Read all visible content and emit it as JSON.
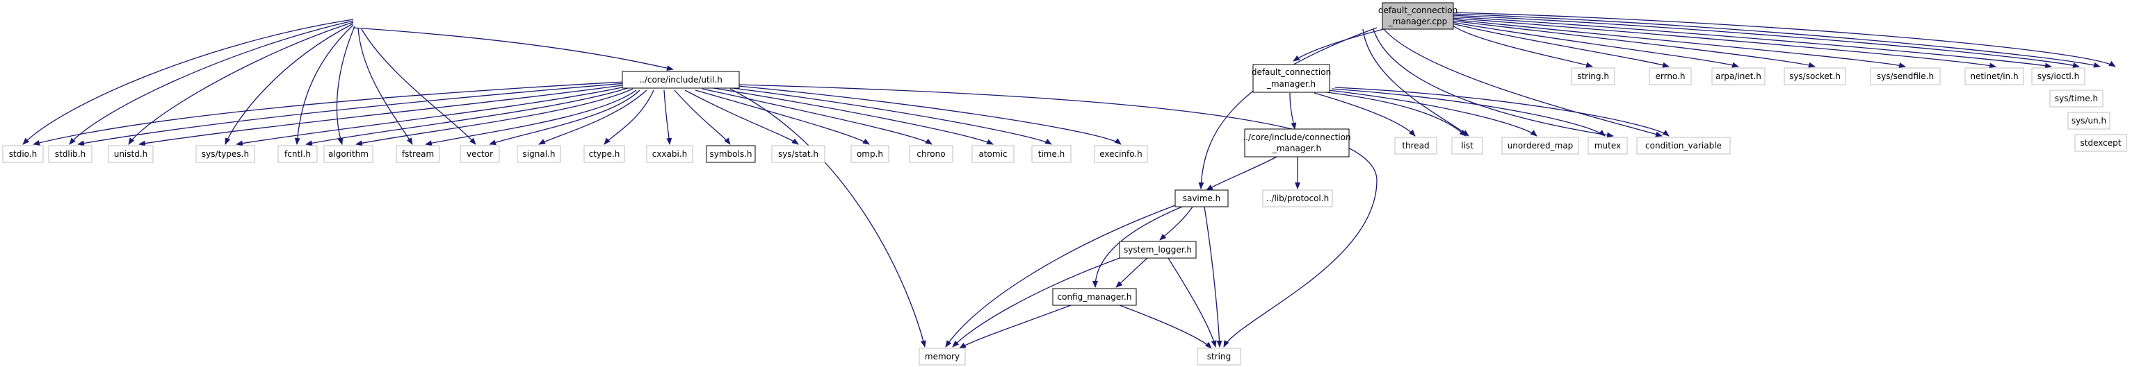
{
  "colors": {
    "edge": "#191970",
    "root_fill": "#bfbfbf",
    "local_border": "#000000",
    "system_border": "#bfbfbf",
    "background": "#ffffff"
  },
  "diagram": {
    "root": {
      "label_line1": "default_connection",
      "label_line2": "_manager.cpp"
    },
    "util_h": {
      "label": "../core/include/util.h"
    },
    "dcm_h": {
      "label_line1": "default_connection",
      "label_line2": "_manager.h"
    },
    "cm_h": {
      "label_line1": "../core/include/connection",
      "label_line2": "_manager.h"
    },
    "protocol_h": {
      "label": "../lib/protocol.h"
    },
    "savime_h": {
      "label": "savime.h"
    },
    "system_logger_h": {
      "label": "system_logger.h"
    },
    "config_manager_h": {
      "label": "config_manager.h"
    },
    "memory": {
      "label": "memory"
    },
    "string": {
      "label": "string"
    },
    "stdio_h": {
      "label": "stdio.h"
    },
    "stdlib_h": {
      "label": "stdlib.h"
    },
    "unistd_h": {
      "label": "unistd.h"
    },
    "sys_types_h": {
      "label": "sys/types.h"
    },
    "fcntl_h": {
      "label": "fcntl.h"
    },
    "algorithm": {
      "label": "algorithm"
    },
    "fstream": {
      "label": "fstream"
    },
    "vector": {
      "label": "vector"
    },
    "signal_h": {
      "label": "signal.h"
    },
    "ctype_h": {
      "label": "ctype.h"
    },
    "cxxabi_h": {
      "label": "cxxabi.h"
    },
    "symbols_h": {
      "label": "symbols.h"
    },
    "sys_stat_h": {
      "label": "sys/stat.h"
    },
    "omp_h": {
      "label": "omp.h"
    },
    "chrono": {
      "label": "chrono"
    },
    "atomic": {
      "label": "atomic"
    },
    "time_h": {
      "label": "time.h"
    },
    "execinfo_h": {
      "label": "execinfo.h"
    },
    "thread": {
      "label": "thread"
    },
    "list": {
      "label": "list"
    },
    "unordered_map": {
      "label": "unordered_map"
    },
    "mutex": {
      "label": "mutex"
    },
    "condition_variable": {
      "label": "condition_variable"
    },
    "string_h": {
      "label": "string.h"
    },
    "errno_h": {
      "label": "errno.h"
    },
    "arpa_inet_h": {
      "label": "arpa/inet.h"
    },
    "sys_socket_h": {
      "label": "sys/socket.h"
    },
    "sys_sendfile_h": {
      "label": "sys/sendfile.h"
    },
    "netinet_in_h": {
      "label": "netinet/in.h"
    },
    "sys_ioctl_h": {
      "label": "sys/ioctl.h"
    },
    "sys_time_h": {
      "label": "sys/time.h"
    },
    "sys_un_h": {
      "label": "sys/un.h"
    },
    "stdexcept": {
      "label": "stdexcept"
    }
  }
}
